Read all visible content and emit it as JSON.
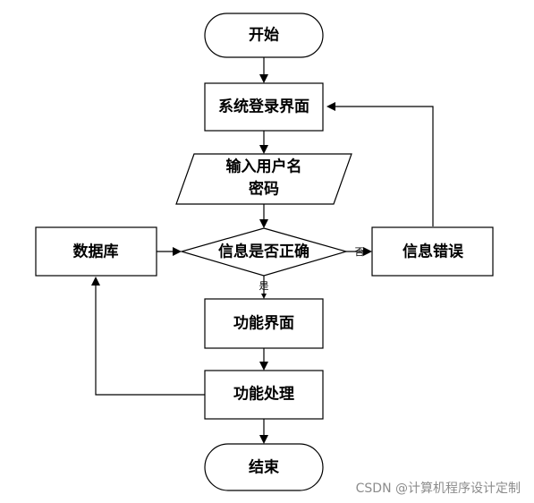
{
  "nodes": {
    "start": "开始",
    "login": "系统登录界面",
    "input_line1": "输入用户名",
    "input_line2": "密码",
    "check": "信息是否正确",
    "database": "数据库",
    "error": "信息错误",
    "function_ui": "功能界面",
    "function_proc": "功能处理",
    "end": "结束"
  },
  "edge_labels": {
    "no": "否",
    "yes": "是"
  },
  "watermark": "CSDN @计算机程序设计定制"
}
